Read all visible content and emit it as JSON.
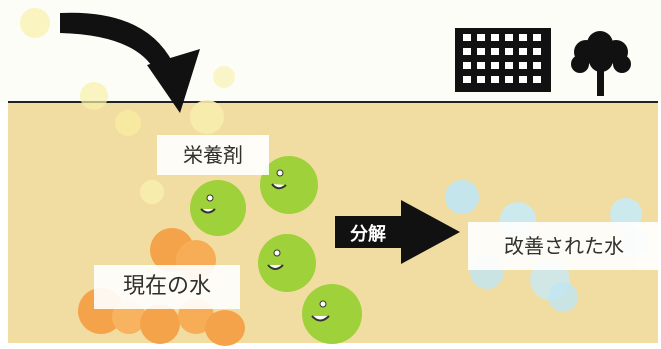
{
  "labels": {
    "nutrient": "栄養剤",
    "current_water": "現在の水",
    "decompose": "分解",
    "improved_water": "改善された水"
  },
  "icons": {
    "building": "building-icon",
    "tree": "tree-icon",
    "arrow": "curved-arrow-icon"
  },
  "colors": {
    "ground": "#f1dda2",
    "microbe": "#9fd13a",
    "contaminant": "#f5a34a",
    "clean_bubble": "#bfe6f4"
  }
}
